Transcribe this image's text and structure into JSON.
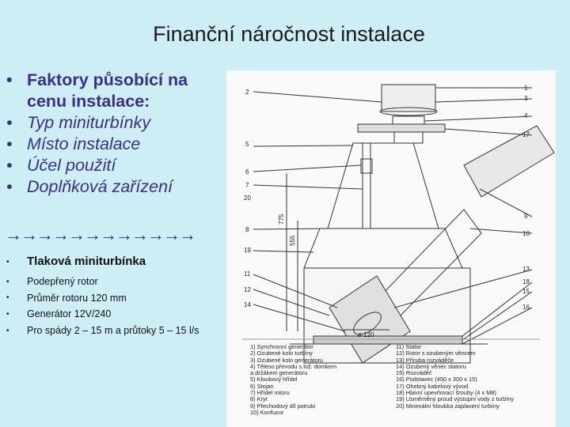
{
  "slide": {
    "title": "Finanční náročnost instalace",
    "bullets": [
      {
        "text": "Faktory působící na cenu instalace:",
        "style": "bold"
      },
      {
        "text": "Typ miniturbínky",
        "style": "italic"
      },
      {
        "text": "Místo instalace",
        "style": "italic"
      },
      {
        "text": "Účel použití",
        "style": "italic"
      },
      {
        "text": "Doplňková zařízení",
        "style": "italic"
      }
    ],
    "arrows": "→→→→→→→→→→→→",
    "subheading": "Tlaková miniturbínka",
    "subitems": [
      "Podepřený rotor",
      "Průměr rotoru 120 mm",
      "Generátor 12V/240",
      "Pro spády 2 – 15 m a průtoky 5 – 15 l/s"
    ]
  },
  "drawing": {
    "left_labels": [
      "2",
      "5",
      "6",
      "7",
      "20",
      "8",
      "19",
      "11",
      "12",
      "14"
    ],
    "right_labels": [
      "1",
      "3",
      "4",
      "17",
      "9",
      "10",
      "13",
      "18",
      "15",
      "16"
    ],
    "dimensions": [
      "775",
      "555",
      "ø 120"
    ],
    "legend_left": [
      "1) Synchronní generátor",
      "2) Ozubené kolo turbíny",
      "3) Ozubené kolo generátoru",
      "4) Těleso převodu s lož. domkem",
      "a držákem generátoru",
      "5) Kloubový hřídel",
      "6) Stojan",
      "7) Hřídel rotoru",
      "8) Kryt",
      "9) Přechodový díl potrubí",
      "10) Konfuzor"
    ],
    "legend_right": [
      "11) Stator",
      "12) Rotor s ozubeným věncem",
      "13) Příruba rozváděče",
      "14) Ozubený věnec statoru",
      "15) Rozváděč",
      "16) Podstavec (450 x 300 x 15)",
      "17) Ohebný kabelový vývod",
      "18) Hlavní upevňovací šrouby (4 x M8)",
      "19) Usměrněný proud výstupní vody z turbíny",
      "20) Minimální hloubka zaplavení turbíny"
    ]
  }
}
